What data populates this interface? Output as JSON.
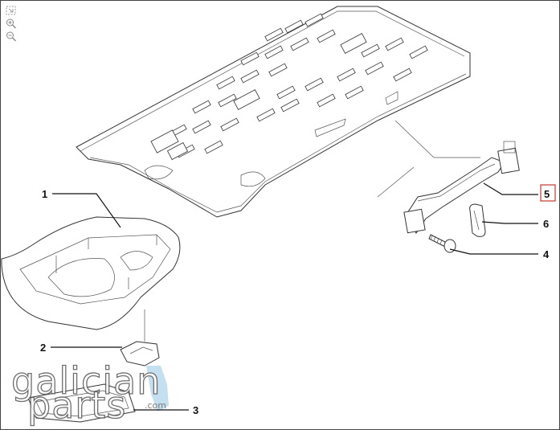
{
  "toolbar": {
    "tools": [
      {
        "icon": "fit-to-window-icon"
      },
      {
        "icon": "zoom-in-icon"
      },
      {
        "icon": "zoom-out-icon"
      }
    ]
  },
  "callouts": [
    {
      "id": "1",
      "label": "1"
    },
    {
      "id": "2",
      "label": "2"
    },
    {
      "id": "3",
      "label": "3"
    },
    {
      "id": "4",
      "label": "4"
    },
    {
      "id": "5",
      "label": "5",
      "highlighted": true
    },
    {
      "id": "6",
      "label": "6"
    }
  ],
  "watermark": {
    "line1": "galician",
    "line2": "parts",
    "suffix": ".com"
  },
  "colors": {
    "highlight_box": "#c0392b",
    "line": "#333333",
    "watermark_accent": "#a9cfe8"
  }
}
